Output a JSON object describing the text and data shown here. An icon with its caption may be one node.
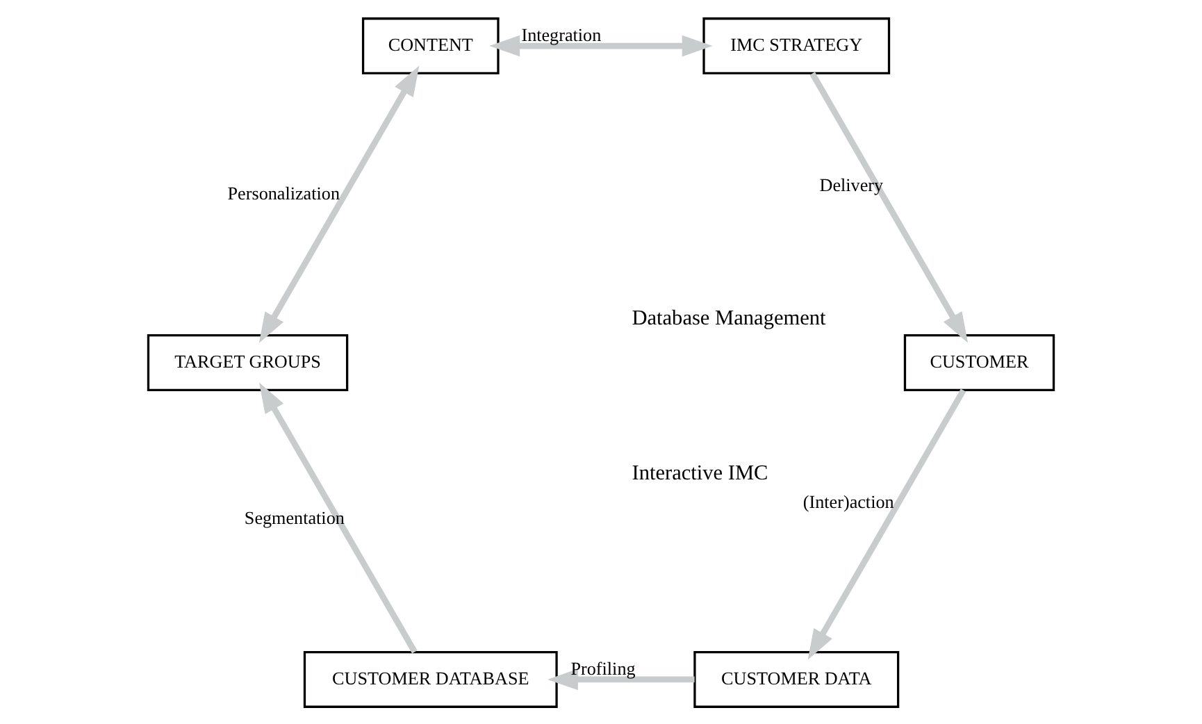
{
  "diagram": {
    "nodes": [
      {
        "text": [
          "CUSTOMER DATA"
        ]
      },
      {
        "text": [
          "CUSTOMER"
        ]
      },
      {
        "text": [
          "CUSTOMER DATABASE"
        ]
      },
      {
        "text": [
          "IMC STRATEGY"
        ]
      },
      {
        "text": [
          "TARGET GROUPS"
        ]
      },
      {
        "text": [
          "CONTENT"
        ]
      }
    ],
    "edges": [
      {
        "from": 0,
        "to": 2,
        "arrow": "to",
        "label": "Profiling"
      },
      {
        "from": 2,
        "to": 4,
        "arrow": "to",
        "label": "Segmentation"
      },
      {
        "from": 4,
        "to": 5,
        "arrow": "both",
        "label": "Personalization"
      },
      {
        "from": 5,
        "to": 3,
        "arrow": "both",
        "label": "Integration"
      },
      {
        "from": 3,
        "to": 1,
        "arrow": "to",
        "label": "Delivery"
      },
      {
        "from": 1,
        "to": 0,
        "arrow": "to",
        "label": "(Inter)action"
      }
    ],
    "labels": [
      "Interactive IMC",
      "Database Management"
    ]
  }
}
